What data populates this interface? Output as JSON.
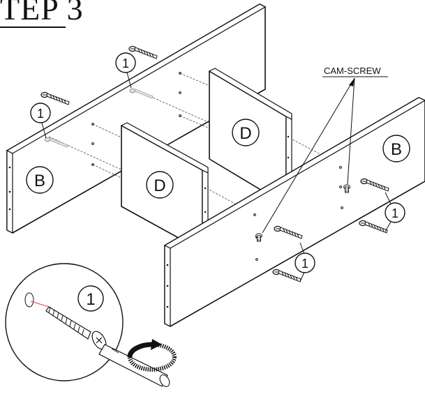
{
  "header": {
    "step_title": "TEP 3"
  },
  "labels": {
    "panel_b": "B",
    "panel_d": "D",
    "part_1": "1",
    "cam_screw": "CAM-SCREW"
  },
  "colors": {
    "line": "#111111",
    "drill_mark": "#e04040",
    "background": "#ffffff"
  },
  "icons": [
    "screwdriver-icon",
    "rotation-arrow-icon",
    "screw-icon",
    "cam-screw-icon"
  ]
}
